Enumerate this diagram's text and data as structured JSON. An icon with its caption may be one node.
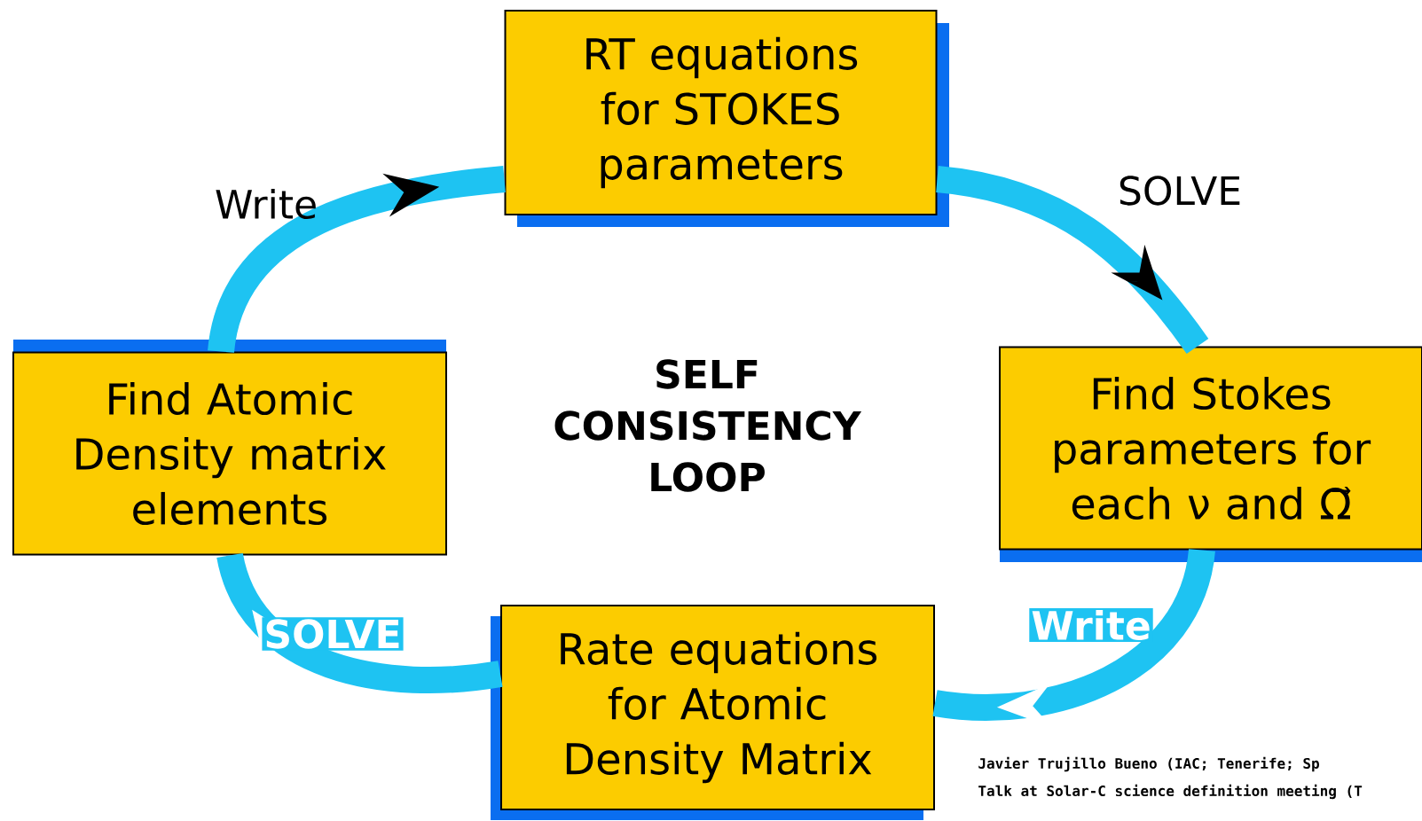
{
  "diagram": {
    "nodes": [
      {
        "text": [
          "RT equations for STOKES parameters"
        ]
      },
      {
        "text": [
          "Find Stokes parameters for each ν and Ω⃗"
        ]
      },
      {
        "text": [
          "Rate equations for Atomic Density Matrix"
        ]
      },
      {
        "text": [
          "Find Atomic Density matrix elements"
        ]
      }
    ],
    "edges": [
      {
        "from": 0,
        "to": 1,
        "arrow": "to",
        "label": "SOLVE"
      },
      {
        "from": 1,
        "to": 2,
        "arrow": "to",
        "label": "Write"
      },
      {
        "from": 2,
        "to": 3,
        "arrow": "to",
        "label": "SOLVE"
      },
      {
        "from": 3,
        "to": 0,
        "arrow": "to",
        "label": "Write"
      }
    ],
    "labels": [
      "SELF CONSISTENCY LOOP",
      "Javier Trujillo Bueno (IAC; Tenerife; Sp",
      "Talk at Solar-C science definition meeting (T"
    ]
  }
}
